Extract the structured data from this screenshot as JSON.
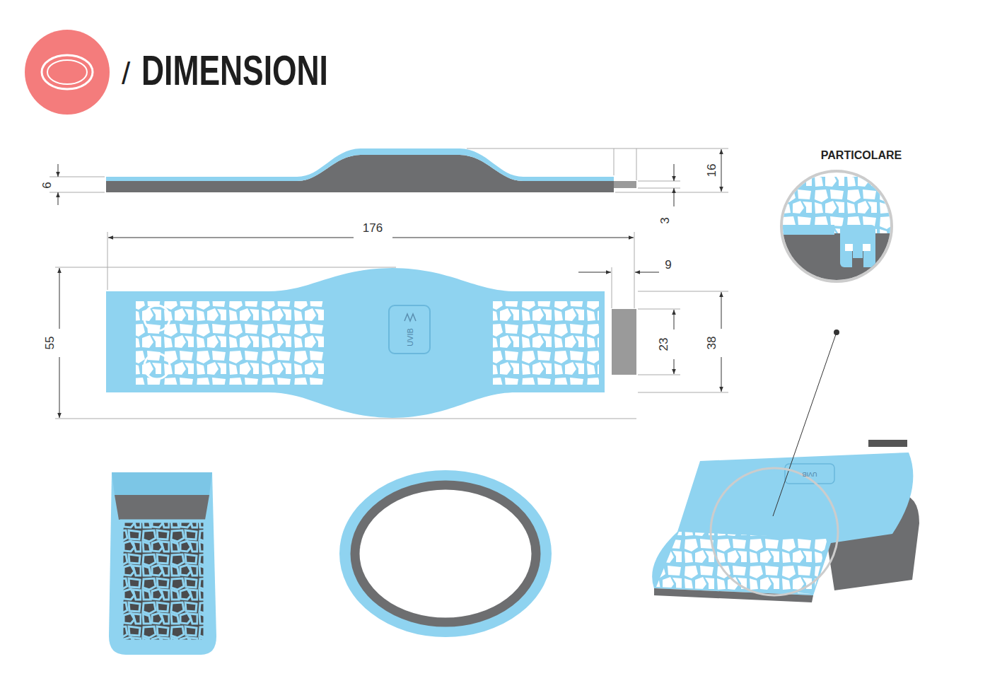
{
  "diagram": {
    "title": "DIMENSIONI",
    "labels": [
      "/",
      "6",
      "16",
      "3",
      "176",
      "9",
      "55",
      "23",
      "38",
      "PARTICOLARE",
      "UVIB",
      "UVIB"
    ]
  }
}
